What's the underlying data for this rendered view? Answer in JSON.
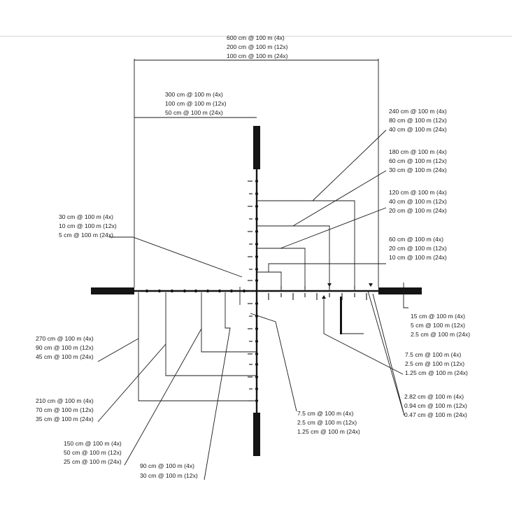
{
  "top_total": [
    "600 cm @ 100 m (4x)",
    "200 cm @ 100 m (12x)",
    "100 cm @ 100 m (24x)"
  ],
  "top_half": [
    "300 cm @ 100 m (4x)",
    "100 cm @ 100 m (12x)",
    "50 cm @ 100 m (24x)"
  ],
  "right_240": [
    "240 cm @ 100 m (4x)",
    "80 cm @ 100 m (12x)",
    "40 cm @ 100 m (24x)"
  ],
  "right_180": [
    "180 cm @ 100 m (4x)",
    "60 cm @ 100 m (12x)",
    "30 cm @ 100 m (24x)"
  ],
  "right_120": [
    "120 cm @ 100 m (4x)",
    "40 cm @ 100 m (12x)",
    "20 cm @ 100 m (24x)"
  ],
  "right_60": [
    "60 cm @ 100 m (4x)",
    "20 cm @ 100 m (12x)",
    "10 cm @ 100 m (24x)"
  ],
  "left_30": [
    "30 cm @ 100 m (4x)",
    "10 cm @ 100 m (12x)",
    "5 cm @ 100 m (24x)"
  ],
  "right_15": [
    "15 cm @ 100 m (4x)",
    "5 cm @ 100 m (12x)",
    "2.5 cm @ 100 m (24x)"
  ],
  "right_7_5": [
    "7.5 cm @ 100 m (4x)",
    "2.5 cm @ 100 m (12x)",
    "1.25 cm @ 100 m (24x)"
  ],
  "right_2_82": [
    "2.82 cm @ 100 m (4x)",
    "0.94 cm @ 100 m (12x)",
    "0.47 cm @ 100 m (24x)"
  ],
  "left_270": [
    "270 cm @ 100 m (4x)",
    "90 cm @ 100 m (12x)",
    "45 cm @ 100 m (24x)"
  ],
  "left_210": [
    "210 cm @ 100 m (4x)",
    "70 cm @ 100 m (12x)",
    "35 cm @ 100 m (24x)"
  ],
  "bottom_7_5": [
    "7.5 cm @ 100 m (4x)",
    "2.5 cm @ 100 m (12x)",
    "1.25 cm @ 100 m (24x)"
  ],
  "bottom_150": [
    "150 cm @ 100 m (4x)",
    "50 cm @ 100 m (12x)",
    "25 cm @ 100 m (24x)"
  ],
  "bottom_90": [
    "90 cm @ 100 m (4x)",
    "30 cm @ 100 m (12x)"
  ]
}
